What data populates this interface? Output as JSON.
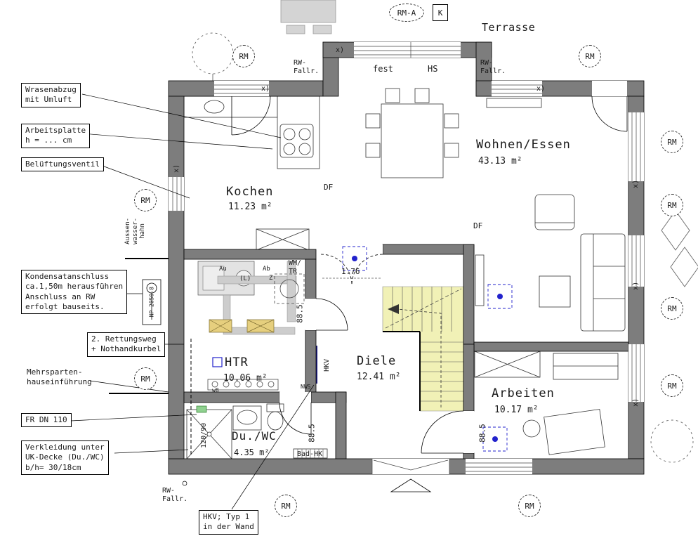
{
  "plan": {
    "rooms": [
      {
        "name": "Kochen",
        "area": "11.23 m²"
      },
      {
        "name": "Wohnen/Essen",
        "area": "43.13 m²"
      },
      {
        "name": "HTR",
        "area": "10.06 m²"
      },
      {
        "name": "Diele",
        "area": "12.41 m²"
      },
      {
        "name": "Arbeiten",
        "area": "10.17 m²"
      },
      {
        "name": "Du./WC",
        "area": "4.35 m²"
      },
      {
        "name": "Terrasse",
        "area": ""
      }
    ],
    "callouts": [
      "Wrasenabzug\nmit Umluft",
      "Arbeitsplatte\nh = ... cm",
      "Belüftungsventil",
      "Kondensatanschluss\nca.1,50m herausführen\nAnschluss an RW\nerfolgt bauseits.",
      "2. Rettungsweg\n+ Nothandkurbel",
      "Mehrsparten-\nhauseinführung",
      "FR DN 110",
      "Verkleidung unter\nUK-Decke (Du./WC)\nb/h= 30/18cm",
      "HKV; Typ 1\nin der Wand"
    ],
    "symbols": {
      "rm": "RM",
      "rm_a": "RM-A",
      "k": "K",
      "rw_fallr": "RW-\nFallr.",
      "df": "DF",
      "x_marker": "x)"
    },
    "window_labels": {
      "fest": "fest",
      "hs": "HS"
    },
    "dims": {
      "d176": "1.76",
      "d885": "88.5",
      "shower": "120/90"
    },
    "small": {
      "aussenwasserhahn": "Aussen-\nwasser-\nhahn",
      "wm_tr": "WM/\nTR",
      "au": "Au",
      "ab": "Ab",
      "z": "Z",
      "l": "(L)",
      "np": "NP 2050-8",
      "hkv": "HKV",
      "nws": "NWS",
      "w8": "w8",
      "bad_hk": "Bad-HK"
    },
    "colors": {
      "wall": "#7d7d7d",
      "stair_fill": "#f1f1b6",
      "accent_blue": "#2222cc",
      "hatch_gold": "#e6cf7e",
      "valve_green": "#8fd18f",
      "hkv_navy": "#1a1a80"
    }
  }
}
